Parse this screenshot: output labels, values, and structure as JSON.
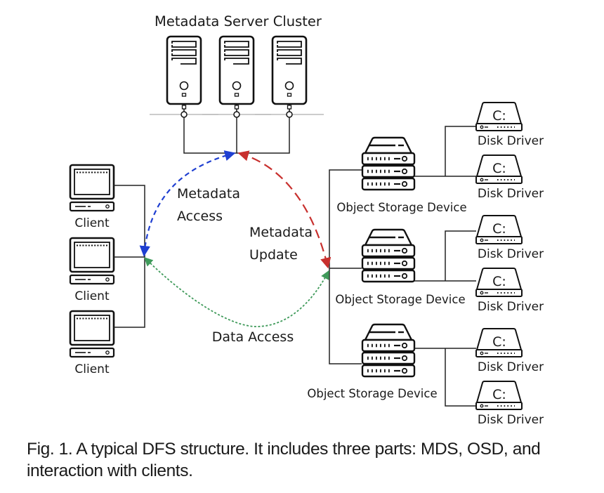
{
  "diagram": {
    "title": "Metadata Server Cluster",
    "clients": [
      {
        "label": "Client"
      },
      {
        "label": "Client"
      },
      {
        "label": "Client"
      }
    ],
    "metadata_servers": [
      {
        "id": "mds-1"
      },
      {
        "id": "mds-2"
      },
      {
        "id": "mds-3"
      }
    ],
    "osds": [
      {
        "label": "Object Storage Device",
        "disks": [
          {
            "glyph": "C:",
            "label": "Disk Driver"
          },
          {
            "glyph": "C:",
            "label": "Disk Driver"
          }
        ]
      },
      {
        "label": "Object Storage Device",
        "disks": [
          {
            "glyph": "C:",
            "label": "Disk Driver"
          },
          {
            "glyph": "C:",
            "label": "Disk Driver"
          }
        ]
      },
      {
        "label": "Object Storage Device",
        "disks": [
          {
            "glyph": "C:",
            "label": "Disk Driver"
          },
          {
            "glyph": "C:",
            "label": "Disk Driver"
          }
        ]
      }
    ],
    "flows": {
      "metadata_access": {
        "line1": "Metadata",
        "line2": "Access",
        "color": "#1f3fd1"
      },
      "metadata_update": {
        "line1": "Metadata",
        "line2": "Update",
        "color": "#c8302e"
      },
      "data_access": {
        "label": "Data Access",
        "color": "#3f9a5a"
      }
    }
  },
  "caption": {
    "line1": "Fig. 1. A typical DFS structure. It includes three parts: MDS, OSD, and",
    "line2": "interaction with clients."
  }
}
